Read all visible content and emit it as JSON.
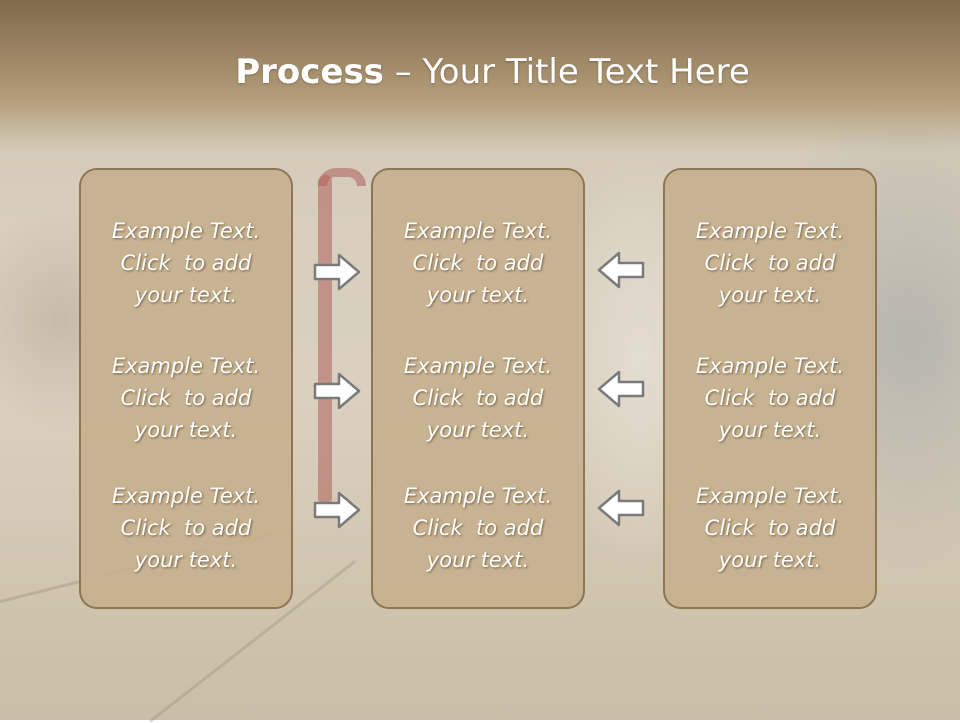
{
  "title": {
    "bold": "Process",
    "rest": " – Your Title Text Here"
  },
  "columns": [
    {
      "items": [
        {
          "line1": "Example Text.",
          "line2": "Click  to add",
          "line3": "your text."
        },
        {
          "line1": "Example Text.",
          "line2": "Click  to add",
          "line3": "your text."
        },
        {
          "line1": "Example Text.",
          "line2": "Click  to add",
          "line3": "your text."
        }
      ]
    },
    {
      "items": [
        {
          "line1": "Example Text.",
          "line2": "Click  to add",
          "line3": "your text."
        },
        {
          "line1": "Example Text.",
          "line2": "Click  to add",
          "line3": "your text."
        },
        {
          "line1": "Example Text.",
          "line2": "Click  to add",
          "line3": "your text."
        }
      ]
    },
    {
      "items": [
        {
          "line1": "Example Text.",
          "line2": "Click  to add",
          "line3": "your text."
        },
        {
          "line1": "Example Text.",
          "line2": "Click  to add",
          "line3": "your text."
        },
        {
          "line1": "Example Text.",
          "line2": "Click  to add",
          "line3": "your text."
        }
      ]
    }
  ],
  "arrows": {
    "left_group": "arrow-right-icon",
    "right_group": "arrow-left-icon"
  },
  "colors": {
    "box_fill": "#c6b08e",
    "box_border": "#8e7654",
    "header": "#9a8463",
    "text": "#ffffff"
  }
}
